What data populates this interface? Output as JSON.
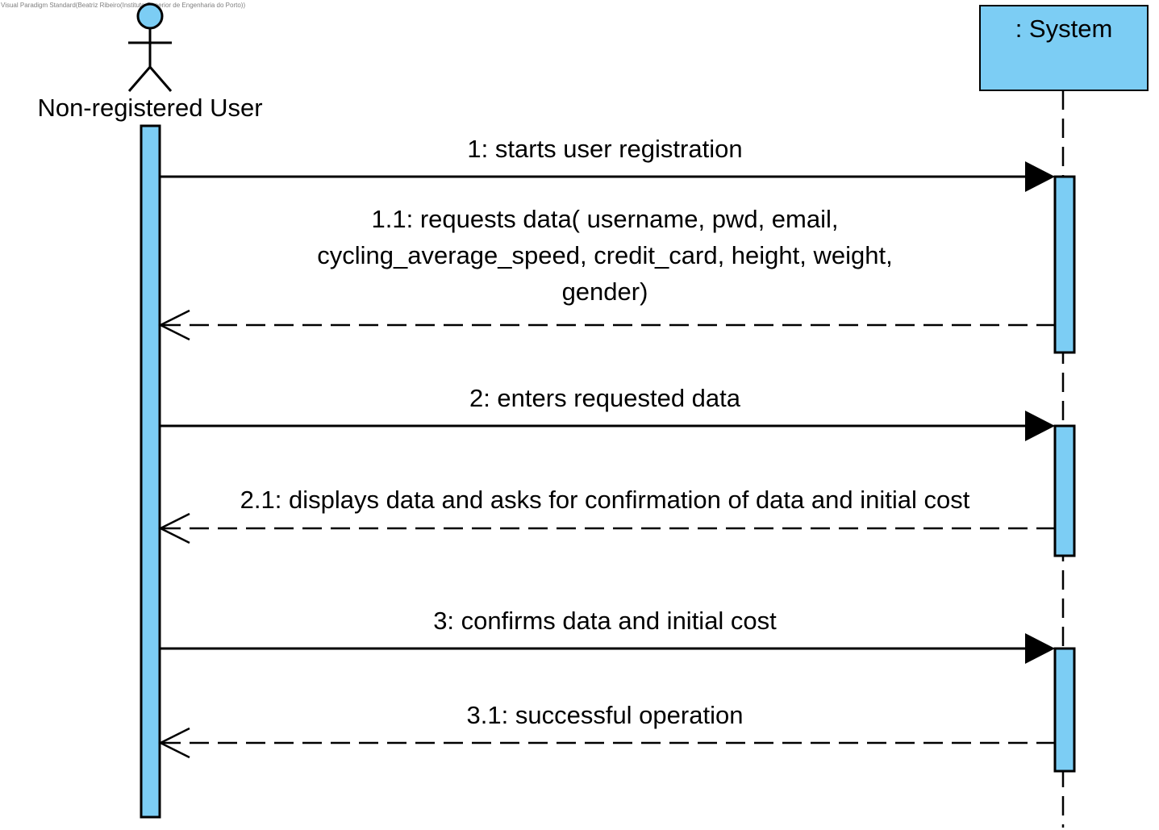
{
  "watermark": "Visual Paradigm Standard(Beatriz Ribeiro(Instituto Superior de Engenharia do Porto))",
  "actor": {
    "name": "Non-registered User"
  },
  "system": {
    "name": ": System"
  },
  "colors": {
    "fill": "#7ccdf4",
    "stroke": "#000000",
    "background": "#ffffff"
  },
  "messages": [
    {
      "label": "1: starts user registration",
      "kind": "sync"
    },
    {
      "lines": [
        "1.1: requests data( username, pwd, email,",
        "cycling_average_speed, credit_card, height, weight,",
        "gender)"
      ],
      "kind": "return"
    },
    {
      "label": "2: enters requested data",
      "kind": "sync"
    },
    {
      "label": "2.1: displays data and asks for confirmation of data and initial cost",
      "kind": "return"
    },
    {
      "label": "3: confirms data and initial cost",
      "kind": "sync"
    },
    {
      "label": "3.1: successful operation",
      "kind": "return"
    }
  ]
}
